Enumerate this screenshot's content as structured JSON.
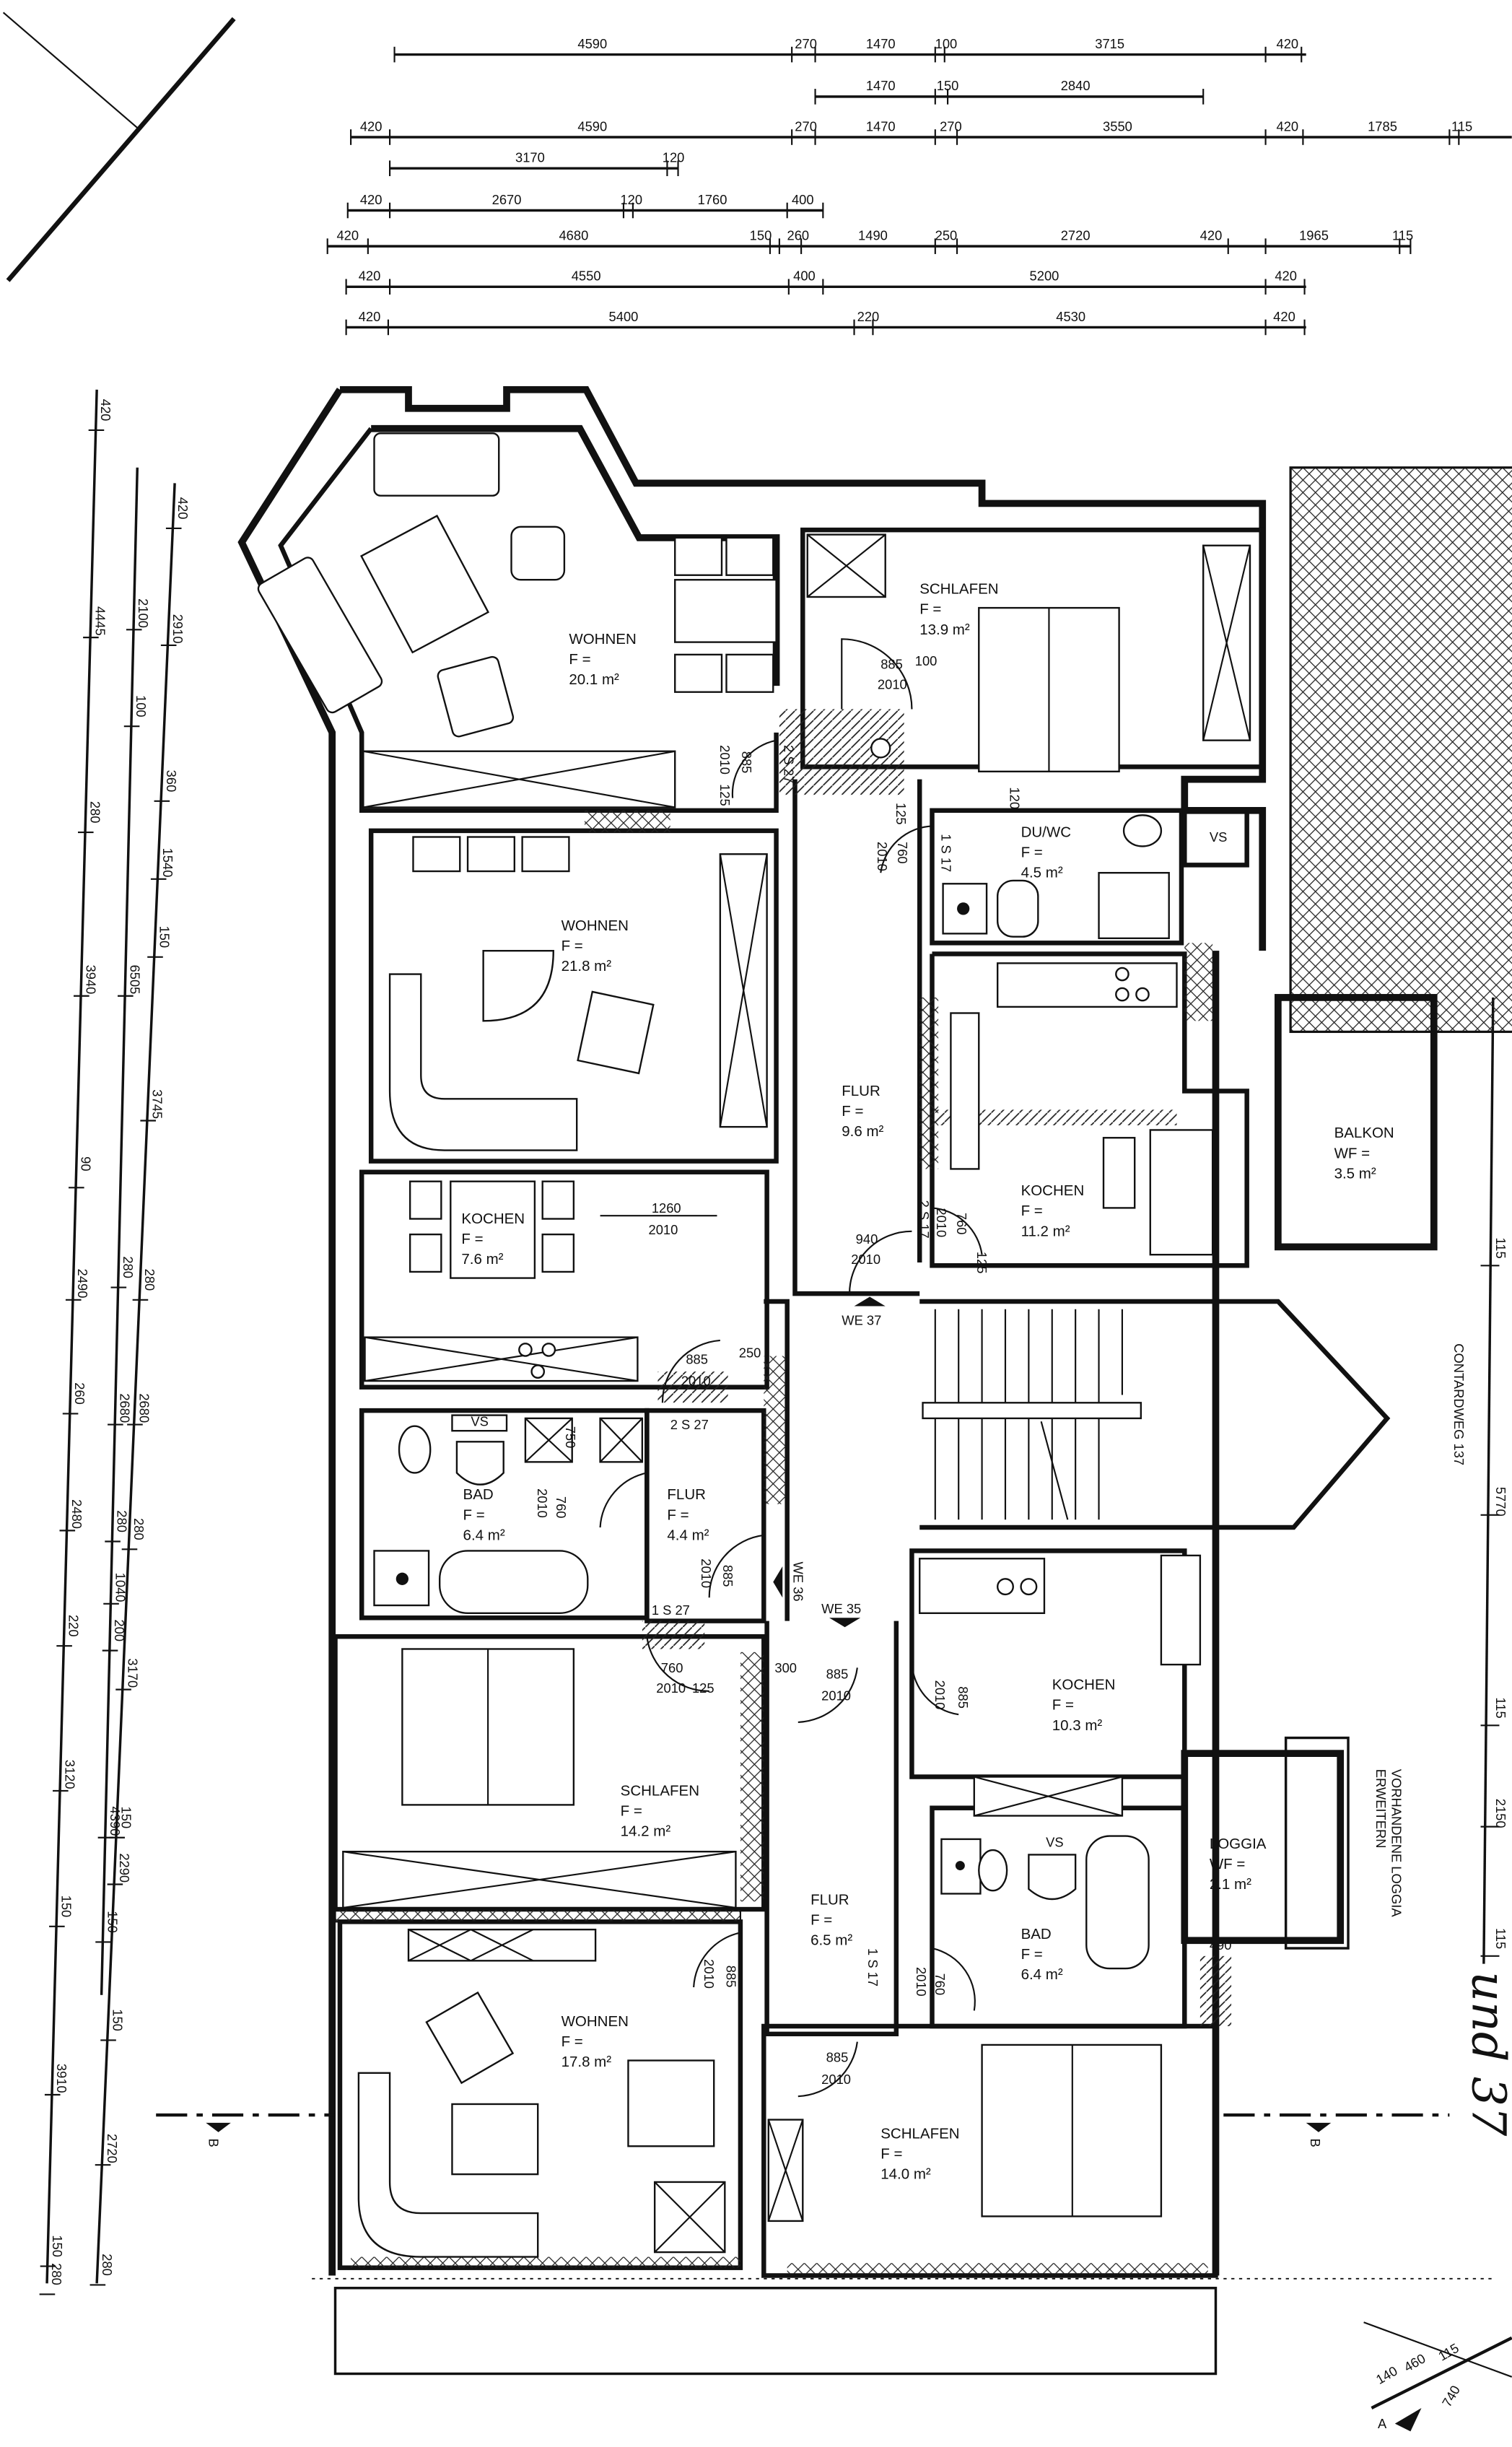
{
  "top_dimensions": [
    [
      "4590",
      "270",
      "1470",
      "100",
      "3715",
      "420"
    ],
    [
      "1470",
      "150",
      "2840"
    ],
    [
      "420",
      "4590",
      "270",
      "1470",
      "270",
      "3550",
      "420",
      "1785",
      "115"
    ],
    [
      "3170",
      "120"
    ],
    [
      "420",
      "2670",
      "120",
      "1760",
      "400"
    ],
    [
      "420",
      "4680",
      "150",
      "260",
      "1490",
      "250",
      "2720",
      "420",
      "1965",
      "115"
    ],
    [
      "420",
      "4550",
      "400",
      "5200",
      "420"
    ],
    [
      "420",
      "5400",
      "220",
      "4530",
      "420"
    ]
  ],
  "left_dimensions": [
    [
      "420",
      "4445",
      "280",
      "3940",
      "90",
      "2490",
      "260",
      "2480",
      "220",
      "3120",
      "150",
      "3910",
      "150",
      "280"
    ],
    [
      "2100",
      "100",
      "6505",
      "280",
      "2680",
      "280",
      "1040",
      "200",
      "4390",
      "150"
    ],
    [
      "420",
      "2910",
      "360",
      "1540",
      "150",
      "3745",
      "280",
      "2680",
      "280",
      "3170",
      "150",
      "2290",
      "150",
      "2720",
      "280"
    ]
  ],
  "right_dimensions": [
    "115",
    "5770",
    "115",
    "2150",
    "115"
  ],
  "bottom_right_dimensions": [
    "115",
    "460",
    "140",
    "740"
  ],
  "rooms": [
    {
      "name": "WOHNEN",
      "prefix": "F =",
      "area": "20.1 m²"
    },
    {
      "name": "SCHLAFEN",
      "prefix": "F =",
      "area": "13.9 m²"
    },
    {
      "name": "DU/WC",
      "prefix": "F =",
      "area": "4.5 m²"
    },
    {
      "name": "WOHNEN",
      "prefix": "F =",
      "area": "21.8 m²"
    },
    {
      "name": "FLUR",
      "prefix": "F =",
      "area": "9.6 m²"
    },
    {
      "name": "KOCHEN",
      "prefix": "F =",
      "area": "11.2 m²"
    },
    {
      "name": "BALKON",
      "prefix": "WF =",
      "area": "3.5 m²"
    },
    {
      "name": "KOCHEN",
      "prefix": "F =",
      "area": "7.6 m²"
    },
    {
      "name": "BAD",
      "prefix": "F =",
      "area": "6.4 m²"
    },
    {
      "name": "FLUR",
      "prefix": "F =",
      "area": "4.4 m²"
    },
    {
      "name": "KOCHEN",
      "prefix": "F =",
      "area": "10.3 m²"
    },
    {
      "name": "LOGGIA",
      "prefix": "WF =",
      "area": "2.1 m²"
    },
    {
      "name": "SCHLAFEN",
      "prefix": "F =",
      "area": "14.2 m²"
    },
    {
      "name": "FLUR",
      "prefix": "F =",
      "area": "6.5 m²"
    },
    {
      "name": "BAD",
      "prefix": "F =",
      "area": "6.4 m²"
    },
    {
      "name": "WOHNEN",
      "prefix": "F =",
      "area": "17.8 m²"
    },
    {
      "name": "SCHLAFEN",
      "prefix": "F =",
      "area": "14.0 m²"
    }
  ],
  "door_annotations": [
    "885",
    "2010",
    "100",
    "2010",
    "885",
    "125",
    "2 S 27",
    "125",
    "120",
    "760",
    "2010",
    "1 S 17",
    "VS",
    "1260",
    "2010",
    "940",
    "2010",
    "2 S 17",
    "2010",
    "760",
    "125",
    "885",
    "2010",
    "250",
    "2 S 27",
    "VS",
    "750",
    "2010",
    "760",
    "2010",
    "885",
    "1 S 27",
    "760",
    "2010",
    "125",
    "300",
    "885",
    "2010",
    "2010",
    "885",
    "2010",
    "885",
    "1 S 17",
    "2010",
    "760",
    "885",
    "2010",
    "490",
    "VS"
  ],
  "labels": {
    "we37": "WE 37",
    "we36": "WE 36",
    "we35": "WE 35",
    "street": "CONTARDWEG 137",
    "loggia_note_1": "VORHANDENE LOGGIA",
    "loggia_note_2": "ERWEITERN",
    "section_b_left": "B",
    "section_b_right": "B",
    "section_a": "A",
    "handwritten": "und 37"
  }
}
